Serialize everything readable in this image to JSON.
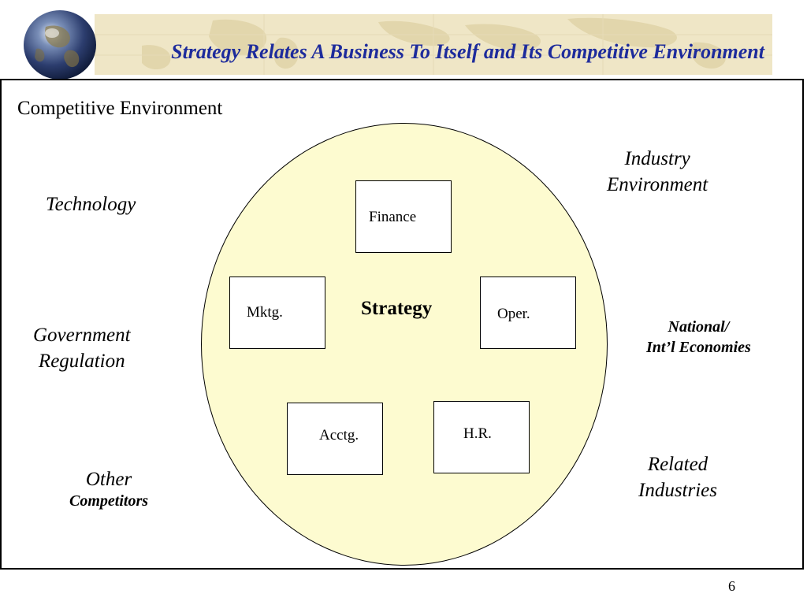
{
  "header": {
    "title": "Strategy Relates A Business To Itself and Its Competitive Environment"
  },
  "main": {
    "section_title": "Competitive Environment",
    "center_label": "Strategy",
    "functions": {
      "finance": "Finance",
      "marketing": "Mktg.",
      "operations": "Oper.",
      "accounting": "Acctg.",
      "hr": "H.R."
    },
    "environment": {
      "technology": "Technology",
      "government_line1": "Government",
      "government_line2": "Regulation",
      "other_line1": "Other",
      "other_line2": "Competitors",
      "industry_line1": "Industry",
      "industry_line2": "Environment",
      "economies_line1": "National/",
      "economies_line2": "Int’l Economies",
      "related_line1": "Related",
      "related_line2": "Industries"
    }
  },
  "footer": {
    "page_number": "6"
  },
  "colors": {
    "title": "#1d2b9c",
    "banner": "#efe6c6",
    "circle_fill": "#fdfbd0"
  },
  "icons": {
    "logo": "globe-icon"
  }
}
